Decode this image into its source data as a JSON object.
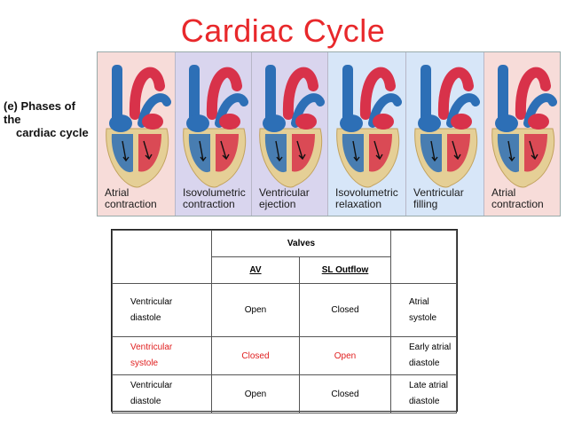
{
  "title": "Cardiac Cycle",
  "figure": {
    "caption_line1": "(e) Phases of the",
    "caption_line2": "cardiac cycle",
    "panels": [
      {
        "line1": "Atrial",
        "line2": "contraction",
        "bg": "#f7dcd9"
      },
      {
        "line1": "Isovolumetric",
        "line2": "contraction",
        "bg": "#d9d5ee"
      },
      {
        "line1": "Ventricular",
        "line2": "ejection",
        "bg": "#d9d5ee"
      },
      {
        "line1": "Isovolumetric",
        "line2": "relaxation",
        "bg": "#d7e6f8"
      },
      {
        "line1": "Ventricular",
        "line2": "filling",
        "bg": "#d7e6f8"
      },
      {
        "line1": "Atrial",
        "line2": "contraction",
        "bg": "#f7dcd9"
      }
    ]
  },
  "table": {
    "valves_header": "Valves",
    "av_header": "AV",
    "sl_header": "SL Outflow",
    "rows": [
      {
        "phase_l1": "Ventricular",
        "phase_l2": "diastole",
        "av": "Open",
        "sl": "Closed",
        "atrial_l1": "Atrial",
        "atrial_l2": "systole",
        "highlight": false
      },
      {
        "phase_l1": "Ventricular",
        "phase_l2": "systole",
        "av": "Closed",
        "sl": "Open",
        "atrial_l1": "Early atrial",
        "atrial_l2": "diastole",
        "highlight": true
      },
      {
        "phase_l1": "Ventricular",
        "phase_l2": "diastole",
        "av": "Open",
        "sl": "Closed",
        "atrial_l1": "Late atrial",
        "atrial_l2": "diastole",
        "highlight": false
      }
    ]
  },
  "colors": {
    "title": "#e8282b",
    "highlight": "#e01e1e",
    "blood_deoxy": "#2d6fb6",
    "blood_oxy": "#d8324a",
    "muscle": "#e5cf96"
  }
}
